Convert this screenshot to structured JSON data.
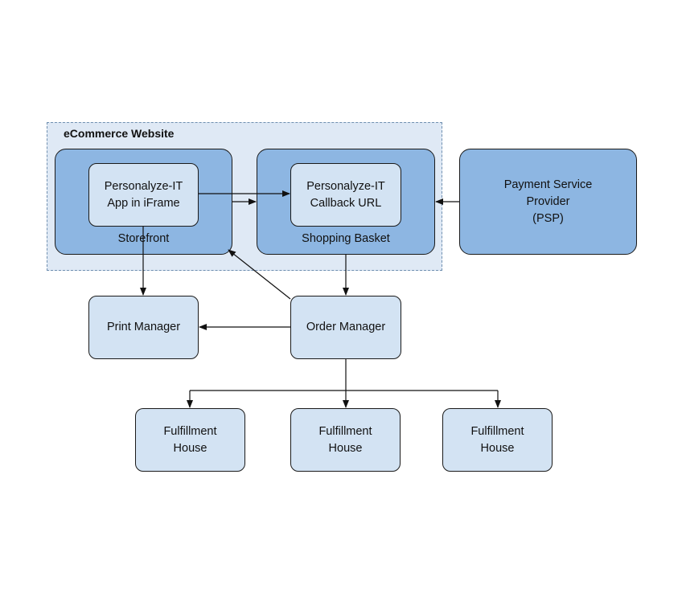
{
  "website": {
    "title": "eCommerce Website"
  },
  "nodes": {
    "storefront": "Storefront",
    "app_iframe": "Personalyze-IT\nApp in iFrame",
    "shopping_basket": "Shopping Basket",
    "callback_url": "Personalyze-IT\nCallback URL",
    "psp": "Payment Service\nProvider\n(PSP)",
    "print_manager": "Print Manager",
    "order_manager": "Order Manager",
    "fulfillment_1": "Fulfillment\nHouse",
    "fulfillment_2": "Fulfillment\nHouse",
    "fulfillment_3": "Fulfillment\nHouse"
  },
  "colors": {
    "container_fill": "#8db6e2",
    "inner_fill": "#d3e3f3",
    "website_fill": "#dfe9f5",
    "line": "#111111"
  }
}
